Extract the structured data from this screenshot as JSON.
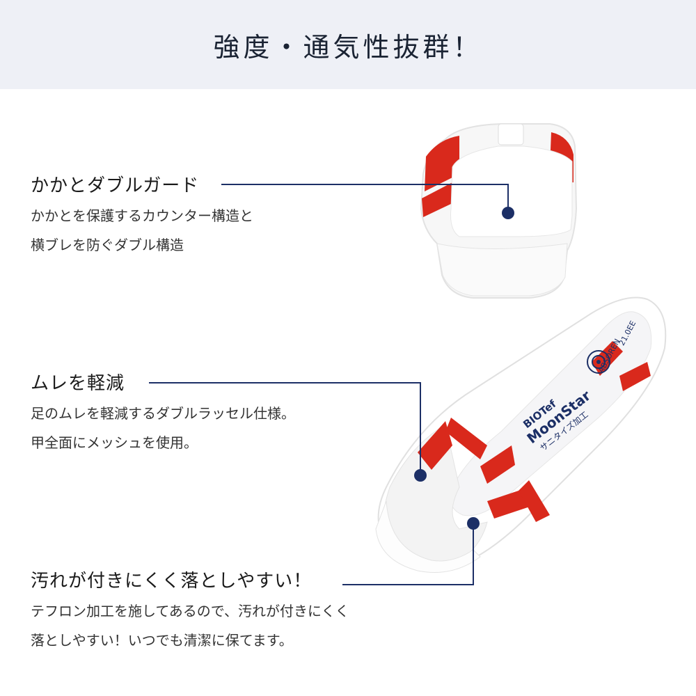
{
  "header": {
    "title": "強度・通気性抜群！"
  },
  "features": [
    {
      "title": "かかとダブルガード",
      "desc_line1": "かかとを保護するカウンター構造と",
      "desc_line2": "横ブレを防ぐダブル構造"
    },
    {
      "title": "ムレを軽減",
      "desc_line1": "足のムレを軽減するダブルラッセル仕様。",
      "desc_line2": "甲全面にメッシュを使用。"
    },
    {
      "title": "汚れが付きにくく落としやすい！",
      "desc_line1": "テフロン加工を施してあるので、汚れが付きにくく",
      "desc_line2": "落としやすい！いつでも清潔に保てます。"
    }
  ],
  "shoe_print": {
    "brand1": "BIOTef",
    "brand2": "MoonStar",
    "sub": "サニタイズ加工",
    "tech": "ABSOREN",
    "size": "21.0EE"
  },
  "colors": {
    "navy": "#1c2f66",
    "red": "#d9291c",
    "header_bg": "#eef0f6"
  }
}
